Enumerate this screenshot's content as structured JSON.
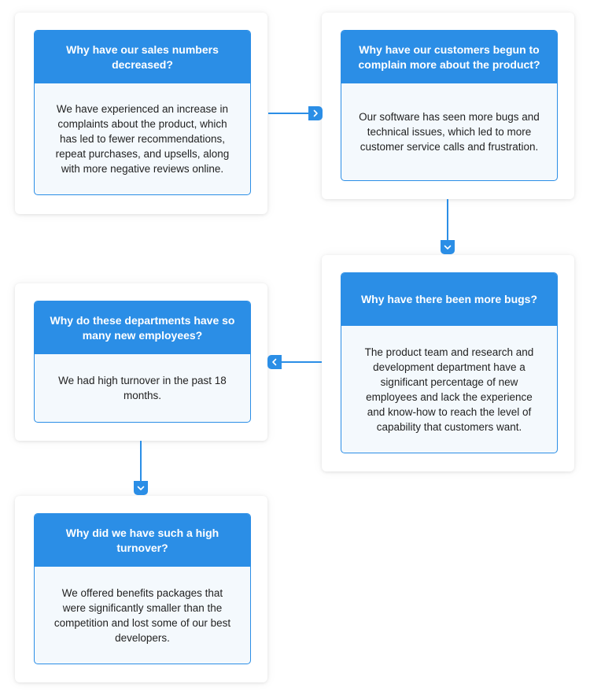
{
  "steps": [
    {
      "question": "Why have our sales numbers decreased?",
      "answer": "We have experienced an increase in complaints about the product, which has led to fewer recommendations, repeat purchases, and upsells, along with more negative reviews online."
    },
    {
      "question": "Why have our customers begun to complain more about the product?",
      "answer": "Our software has seen more bugs and technical issues, which led to more customer service calls and frustration."
    },
    {
      "question": "Why have there been more bugs?",
      "answer": "The product team and research and development department have a significant percentage of new employees and lack the experience and know-how to reach the level of capability that customers want."
    },
    {
      "question": "Why do these departments have so many new employees?",
      "answer": "We had high turnover in the past 18 months."
    },
    {
      "question": "Why did we have such a high turnover?",
      "answer": "We offered benefits packages that were significantly smaller than the competition and lost some of our best developers."
    }
  ],
  "colors": {
    "accent": "#2b8ee6",
    "body_bg": "#f4f9fd",
    "text": "#222222"
  },
  "icons": {
    "connector_1": "chevron-right-icon",
    "connector_2": "chevron-down-icon",
    "connector_3": "chevron-left-icon",
    "connector_4": "chevron-down-icon"
  }
}
